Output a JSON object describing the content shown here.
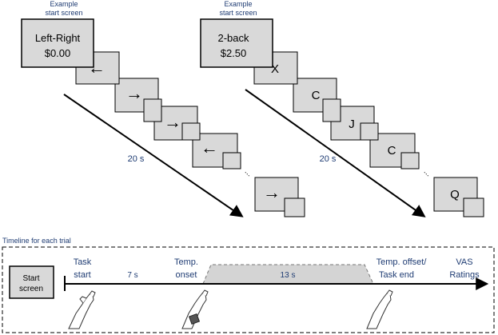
{
  "left_sequence": {
    "caption_line1": "Example",
    "caption_line2": "start screen",
    "start_title": "Left-Right",
    "start_amount": "$0.00",
    "duration": "20 s",
    "stimuli": [
      "←",
      "→",
      "→",
      "←",
      "→"
    ],
    "ellipsis": "..."
  },
  "right_sequence": {
    "caption_line1": "Example",
    "caption_line2": "start screen",
    "start_title": "2-back",
    "start_amount": "$2.50",
    "duration": "20 s",
    "stimuli": [
      "X",
      "C",
      "J",
      "C",
      "Q"
    ],
    "ellipsis": "..."
  },
  "timeline": {
    "heading": "Timeline for each trial",
    "start_screen_line1": "Start",
    "start_screen_line2": "screen",
    "task_start_line1": "Task",
    "task_start_line2": "start",
    "interval_1": "7 s",
    "temp_onset_line1": "Temp.",
    "temp_onset_line2": "onset",
    "interval_2": "13 s",
    "temp_offset_line1": "Temp. offset/",
    "temp_offset_line2": "Task end",
    "vas_line1": "VAS",
    "vas_line2": "Ratings"
  },
  "colors": {
    "panel_fill": "#d9d9d9",
    "plateau_fill": "#d4d4d4",
    "label_blue": "#1f3c73",
    "stroke": "#000000"
  }
}
